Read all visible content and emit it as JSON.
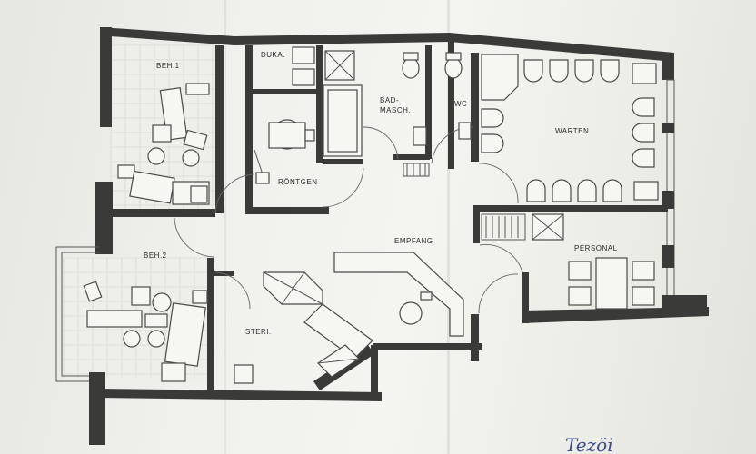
{
  "rooms": {
    "beh1": "BEH.1",
    "beh2": "BEH.2",
    "duka": "DUKA.",
    "roentgen": "RÖNTGEN",
    "bad_masch": "BAD-\nMASCH.",
    "bad_line1": "BAD-",
    "bad_line2": "MASCH.",
    "wc": "WC",
    "warten": "WARTEN",
    "empfang": "EMPFANG",
    "steri": "STERI.",
    "personal": "PERSONAL"
  },
  "signature": "Tezöi"
}
